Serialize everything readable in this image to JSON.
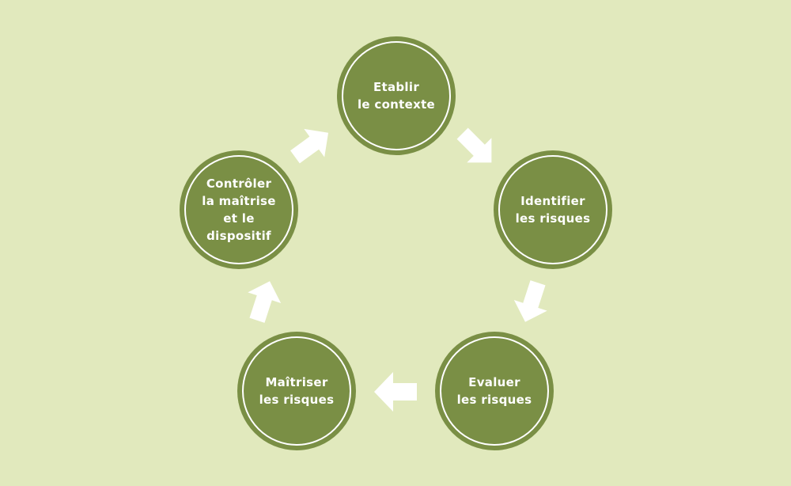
{
  "colors": {
    "background": "#e1e9bd",
    "node_fill": "#7a8f45",
    "node_ring": "#ffffff",
    "arrow": "#ffffff",
    "text": "#ffffff"
  },
  "cycle": {
    "steps": [
      {
        "id": "etablir",
        "label": "Etablir\nle contexte"
      },
      {
        "id": "identifier",
        "label": "Identifier\nles risques"
      },
      {
        "id": "evaluer",
        "label": "Evaluer\nles risques"
      },
      {
        "id": "maitriser",
        "label": "Maîtriser\nles risques"
      },
      {
        "id": "controler",
        "label": "Contrôler\nla maîtrise\net le\ndispositif"
      }
    ],
    "arrows": [
      {
        "from": "etablir",
        "to": "identifier",
        "icon": "arrow-icon"
      },
      {
        "from": "identifier",
        "to": "evaluer",
        "icon": "arrow-icon"
      },
      {
        "from": "evaluer",
        "to": "maitriser",
        "icon": "arrow-icon"
      },
      {
        "from": "maitriser",
        "to": "controler",
        "icon": "arrow-icon"
      },
      {
        "from": "controler",
        "to": "etablir",
        "icon": "arrow-icon"
      }
    ]
  }
}
